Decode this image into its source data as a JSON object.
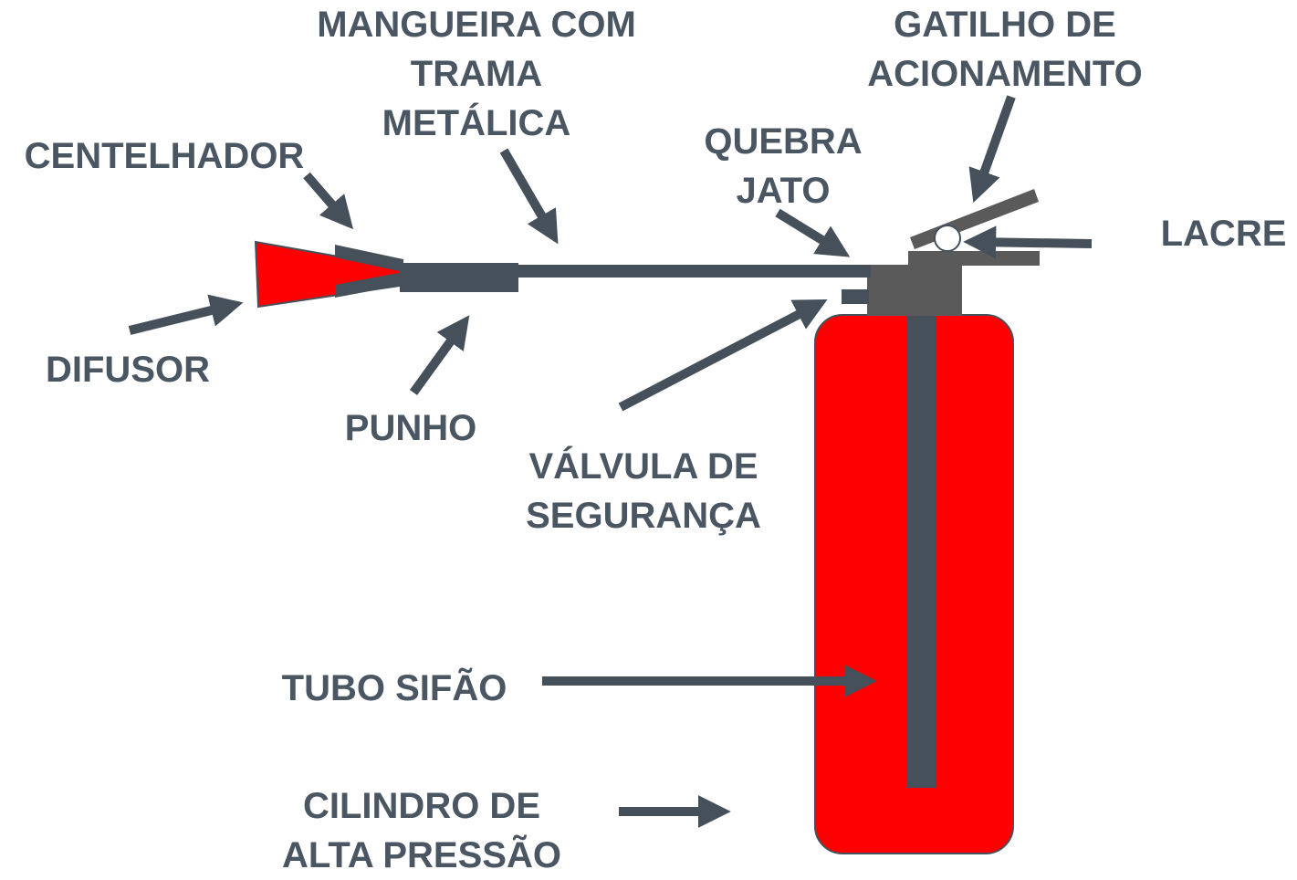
{
  "colors": {
    "label_text": "#4b5663",
    "arrow": "#46505a",
    "cylinder_red": "#ff0000",
    "hose_dark": "#46505a",
    "valve_gray": "#5a5a5a"
  },
  "labels": {
    "mangueira": [
      "MANGUEIRA COM",
      "TRAMA",
      "METÁLICA"
    ],
    "gatilho": [
      "GATILHO DE",
      "ACIONAMENTO"
    ],
    "centelhador": "CENTELHADOR",
    "quebra_jato": [
      "QUEBRA",
      "JATO"
    ],
    "lacre": "LACRE",
    "difusor": "DIFUSOR",
    "punho": "PUNHO",
    "valvula": [
      "VÁLVULA DE",
      "SEGURANÇA"
    ],
    "tubo_sifao": "TUBO SIFÃO",
    "cilindro": [
      "CILINDRO DE",
      "ALTA PRESSÃO"
    ]
  }
}
